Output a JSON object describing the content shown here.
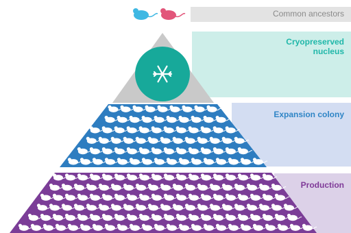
{
  "tiers": {
    "ancestors": {
      "label": "Common ancestors",
      "bg": "#e3e3e3",
      "color": "#8a8a8a"
    },
    "cryo": {
      "label": "Cryopreserved nucleus",
      "bg": "#cdeee9",
      "color": "#1fb7a9",
      "icon": "snowflake-icon"
    },
    "expansion": {
      "label": "Expansion colony",
      "bg": "#d3ddf2",
      "color": "#2f85c6",
      "fill": "#2e7dc0"
    },
    "production": {
      "label": "Production",
      "bg": "#dcd1e8",
      "color": "#7f3a98",
      "fill": "#7b3d97"
    }
  },
  "ancestor_mice": [
    {
      "color": "#3fb8e3",
      "icon": "mouse-icon"
    },
    {
      "color": "#e2557a",
      "icon": "mouse-icon"
    }
  ],
  "colors": {
    "pyramid_top": "#c9c9c9",
    "cryo_circle": "#17a99a",
    "mouse": "#ffffff"
  }
}
